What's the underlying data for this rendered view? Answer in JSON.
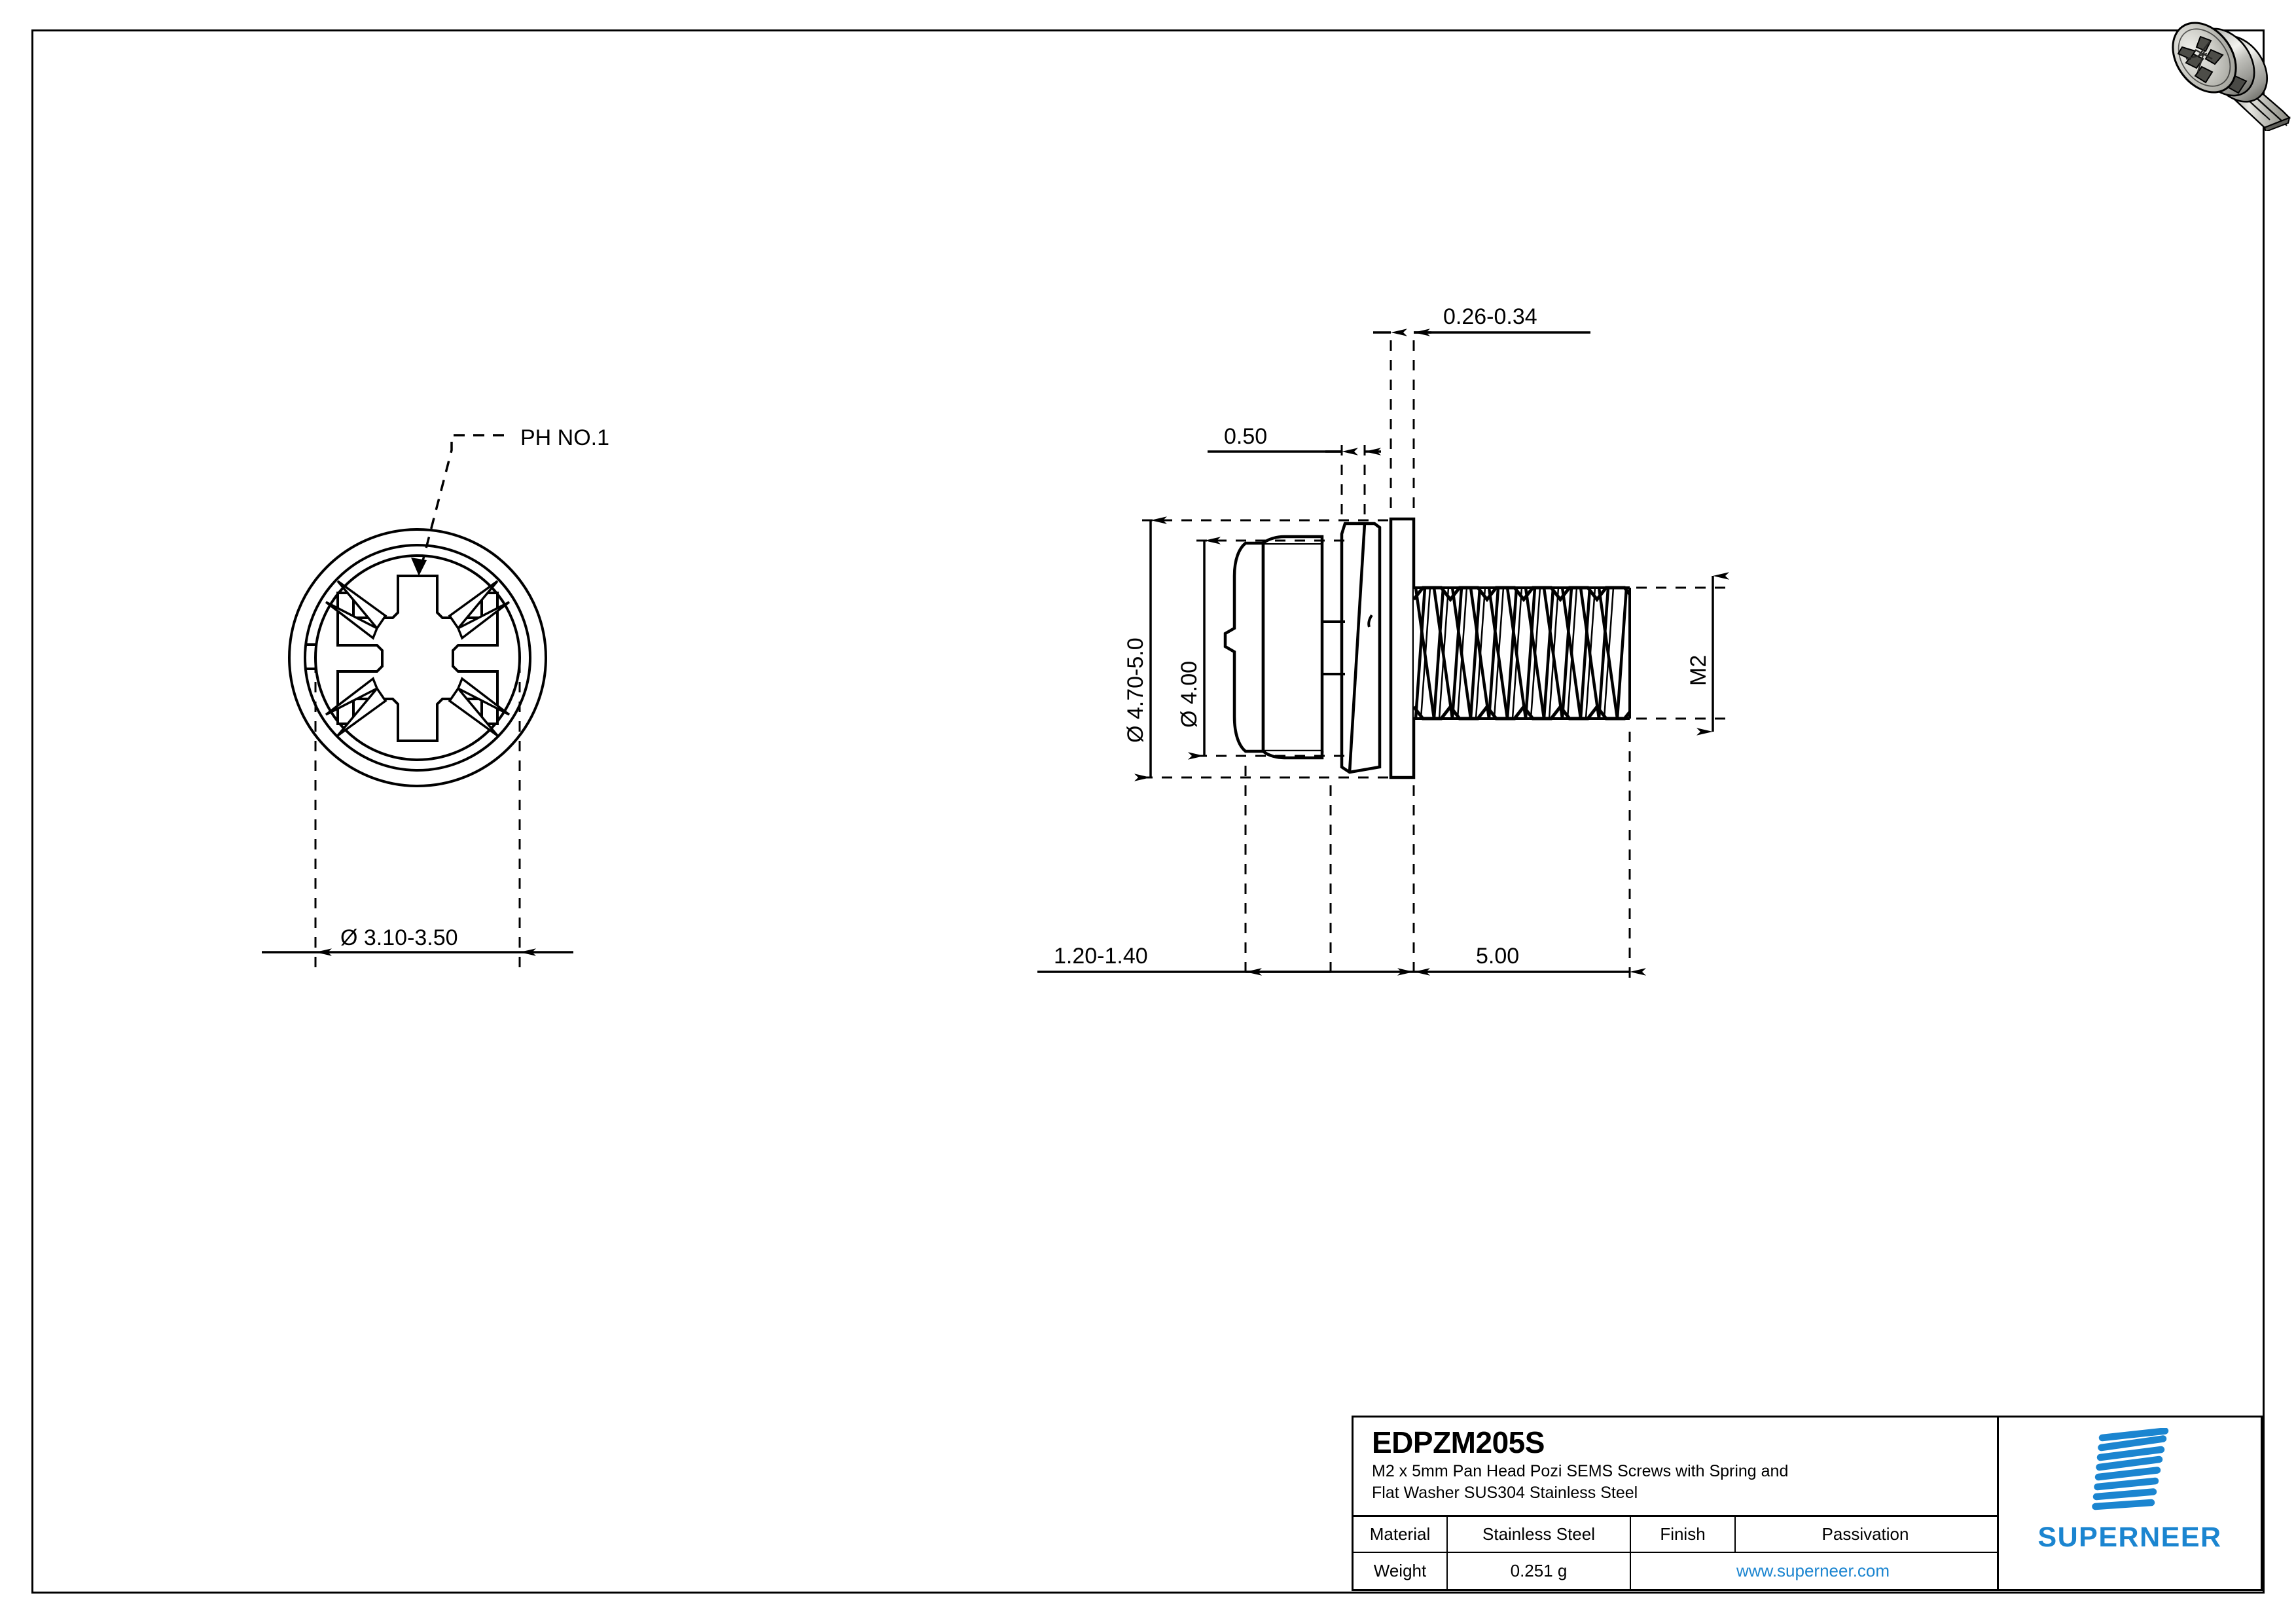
{
  "sheet": {
    "background": "#ffffff",
    "line_color": "#000000",
    "accent_color": "#1b85d0"
  },
  "front_view": {
    "callout_label": "PH NO.1",
    "diameter_dimension": "Ø 3.10-3.50",
    "drive_type_name": "pozidriv-cross-recess"
  },
  "side_view": {
    "dimensions": {
      "flat_washer_thickness": "0.26-0.34",
      "spring_washer_thickness": "0.50",
      "washer_outer_diameter": "Ø 4.70-5.0",
      "head_diameter": "Ø 4.00",
      "head_height": "1.20-1.40",
      "thread_length": "5.00",
      "thread_size": "M2"
    }
  },
  "title_block": {
    "part_number": "EDPZM205S",
    "description_line1": "M2 x 5mm Pan Head Pozi SEMS Screws with Spring and",
    "description_line2": "Flat Washer SUS304 Stainless Steel",
    "material_label": "Material",
    "material_value": "Stainless Steel",
    "finish_label": "Finish",
    "finish_value": "Passivation",
    "weight_label": "Weight",
    "weight_value": "0.251 g",
    "website": "www.superneer.com"
  },
  "brand": {
    "name": "SUPERNEER",
    "logo_stripe_count": 8,
    "logo_color": "#1b85d0"
  }
}
